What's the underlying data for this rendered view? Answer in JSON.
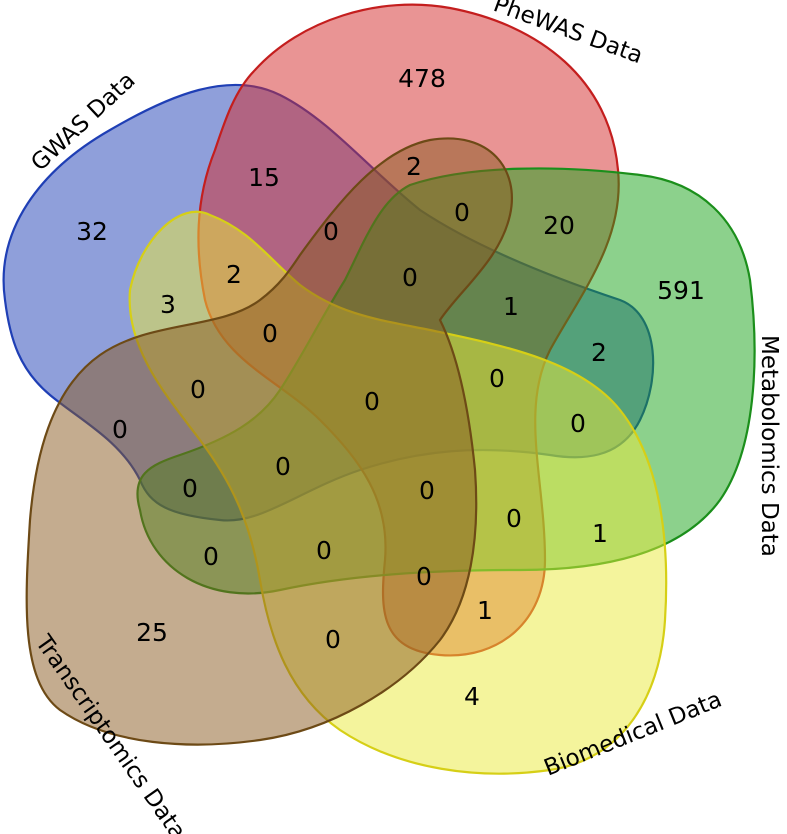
{
  "sets": [
    {
      "key": "gwas",
      "label": "GWAS Data",
      "fill": "#1f3fb5",
      "stroke": "#1f3fb5"
    },
    {
      "key": "phewas",
      "label": "PheWAS Data",
      "fill": "#d42a2a",
      "stroke": "#c41e1e"
    },
    {
      "key": "metabolomics",
      "label": "Metabolomics Data",
      "fill": "#19a319",
      "stroke": "#1b8f1b"
    },
    {
      "key": "biomedical",
      "label": "Biomedical Data",
      "fill": "#eaea3a",
      "stroke": "#d6cf16"
    },
    {
      "key": "transcriptomics",
      "label": "Transcriptomics Data",
      "fill": "#8a5a20",
      "stroke": "#6d4a16"
    }
  ],
  "regions": [
    {
      "name": "gwas-only",
      "value": "32"
    },
    {
      "name": "phewas-only",
      "value": "478"
    },
    {
      "name": "metabolomics-only",
      "value": "591"
    },
    {
      "name": "biomedical-only",
      "value": "4"
    },
    {
      "name": "transcriptomics-only",
      "value": "25"
    },
    {
      "name": "gwas-phewas",
      "value": "15"
    },
    {
      "name": "phewas-transcriptomics",
      "value": "2"
    },
    {
      "name": "phewas-trans-metab",
      "value": "0"
    },
    {
      "name": "phewas-metabolomics",
      "value": "20"
    },
    {
      "name": "gwas-phewas-trans",
      "value": "0"
    },
    {
      "name": "gwas-phewas-trans-metab",
      "value": "0"
    },
    {
      "name": "phewas-metab-gwas",
      "value": "1"
    },
    {
      "name": "gwas-biomedical-phewas",
      "value": "2"
    },
    {
      "name": "gwas-biomedical",
      "value": "3"
    },
    {
      "name": "gwas-metabolomics",
      "value": "2"
    },
    {
      "name": "gwas-bio-phewas-trans",
      "value": "0"
    },
    {
      "name": "gwas-bio-trans",
      "value": "0"
    },
    {
      "name": "all-five",
      "value": "0"
    },
    {
      "name": "metab-bio-gwas-phewas",
      "value": "0"
    },
    {
      "name": "metab-bio-gwas",
      "value": "0"
    },
    {
      "name": "gwas-transcriptomics",
      "value": "0"
    },
    {
      "name": "gwas-trans-metab",
      "value": "0"
    },
    {
      "name": "gwas-bio-trans-metab",
      "value": "0"
    },
    {
      "name": "bio-trans-metab-phewas",
      "value": "0"
    },
    {
      "name": "bio-metab-phewas",
      "value": "0"
    },
    {
      "name": "metabolomics-biomedical",
      "value": "1"
    },
    {
      "name": "trans-metab",
      "value": "0"
    },
    {
      "name": "bio-trans-metab",
      "value": "0"
    },
    {
      "name": "bio-trans-phewas",
      "value": "0"
    },
    {
      "name": "biomedical-phewas",
      "value": "1"
    },
    {
      "name": "biomedical-transcriptomics",
      "value": "0"
    }
  ]
}
